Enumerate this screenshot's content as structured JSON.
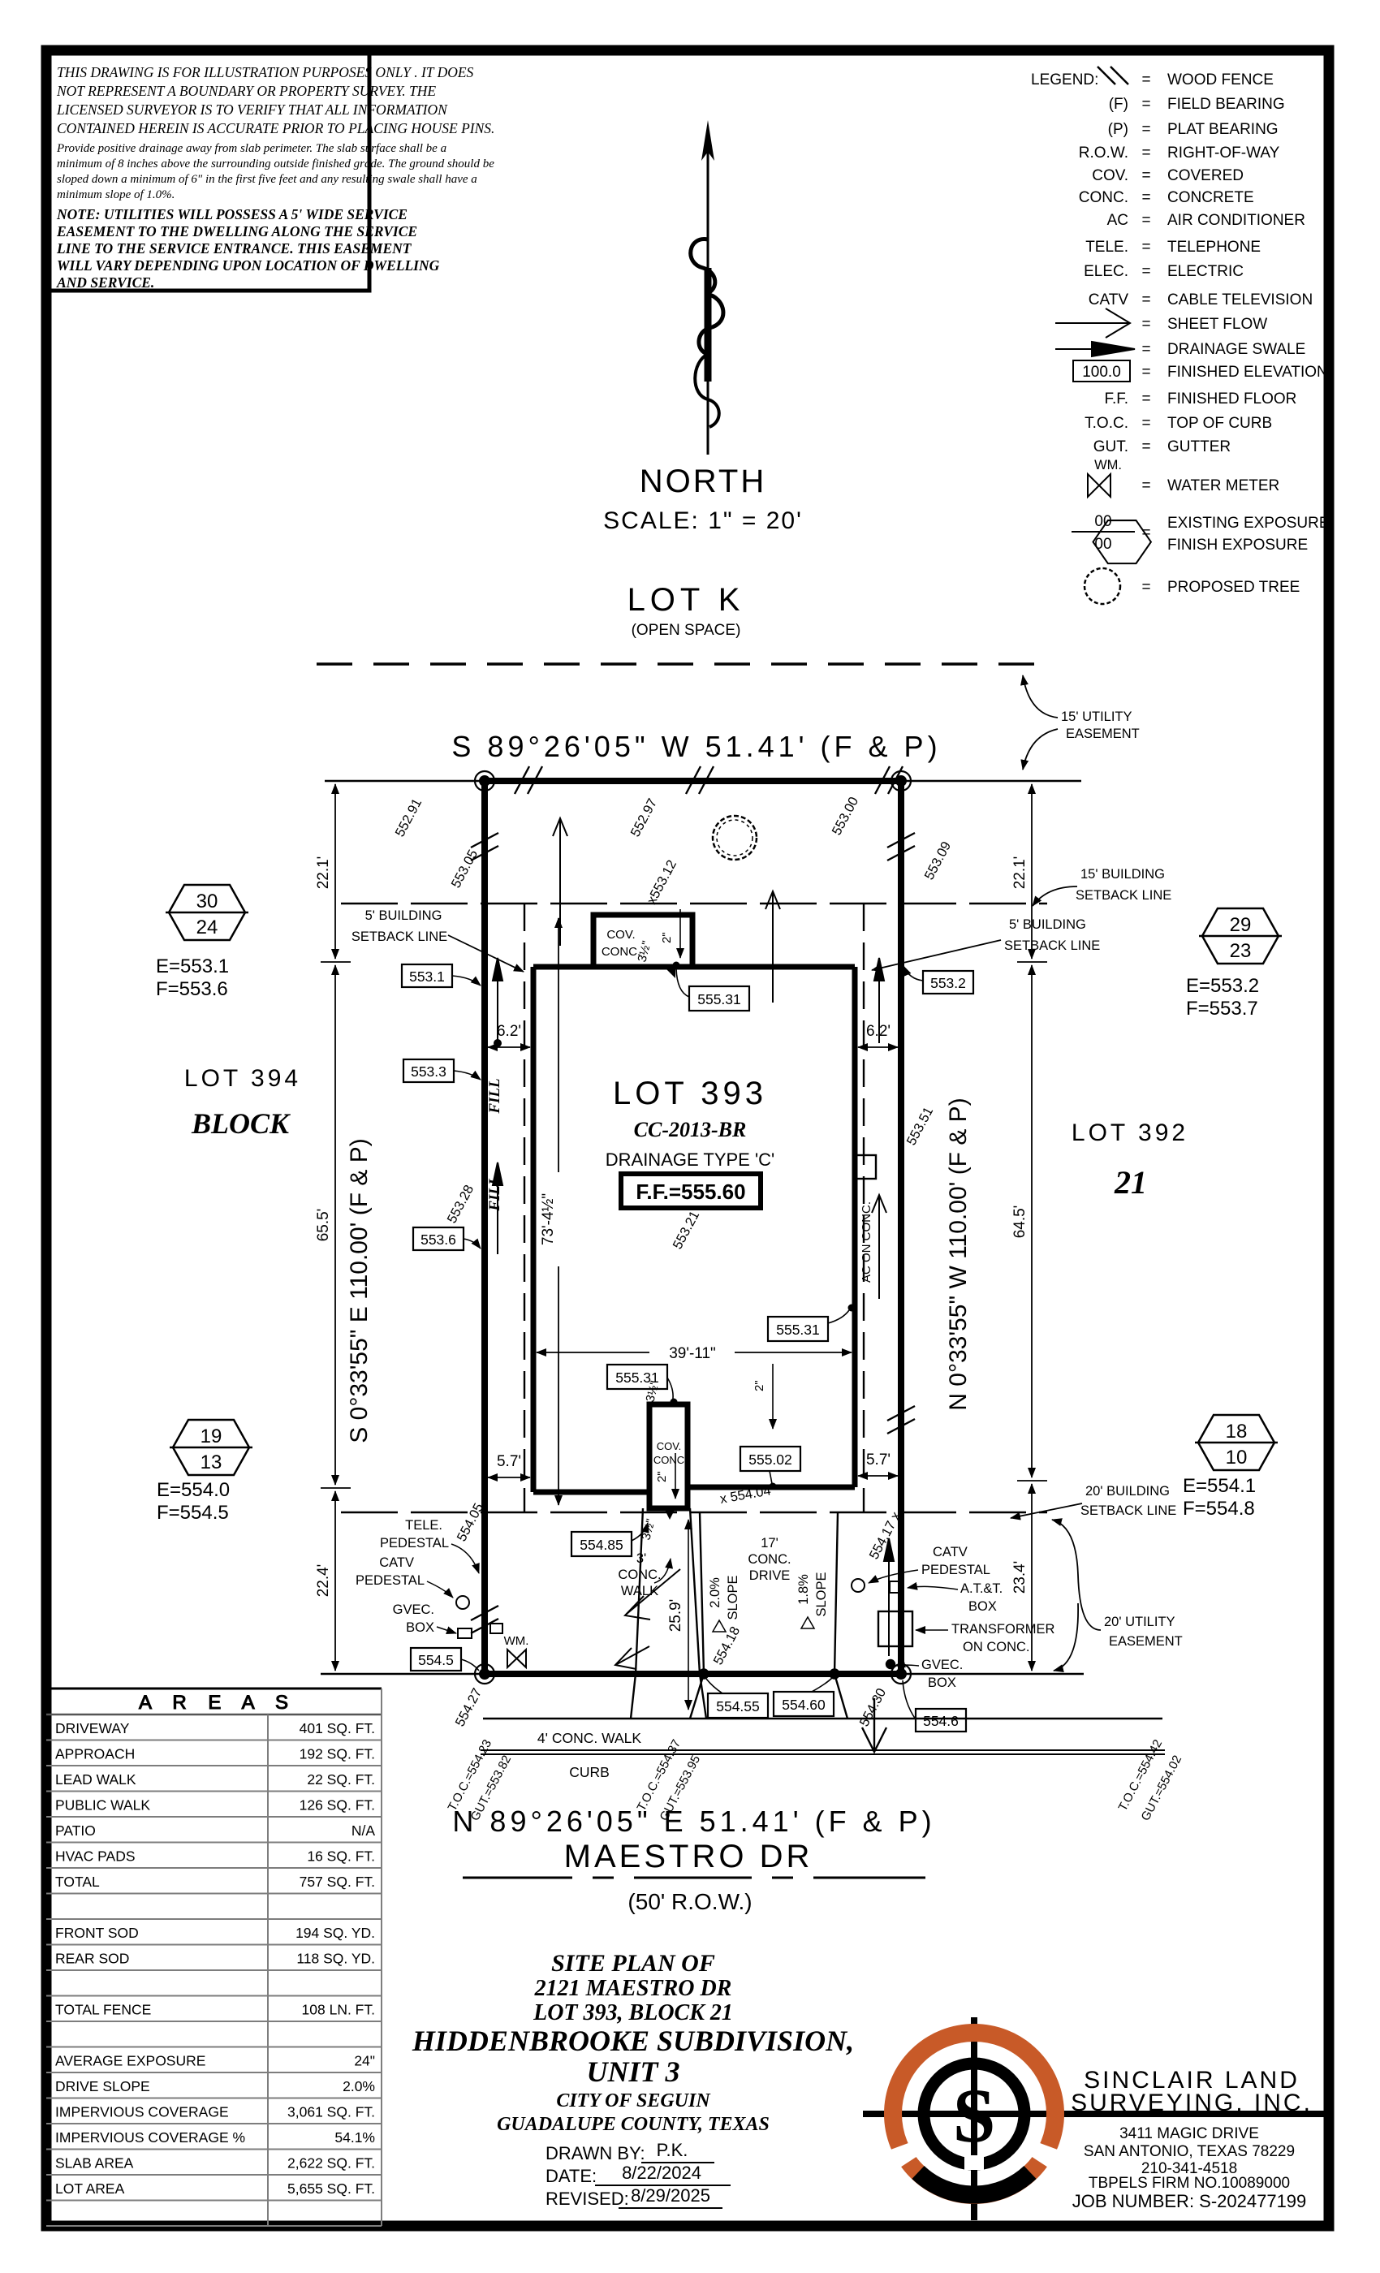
{
  "disclaimer": {
    "p1": [
      "THIS DRAWING IS FOR ILLUSTRATION PURPOSES ONLY . IT DOES",
      "NOT REPRESENT A BOUNDARY OR PROPERTY SURVEY. THE",
      "LICENSED SURVEYOR IS TO VERIFY THAT ALL INFORMATION",
      "CONTAINED HEREIN IS ACCURATE PRIOR TO PLACING HOUSE PINS."
    ],
    "p2": [
      "Provide positive drainage away from slab perimeter. The slab surface shall be a",
      "minimum of 8 inches above the surrounding outside finished grade. The ground should be",
      "sloped down a minimum of 6\" in the first five feet and any resulting swale shall have a",
      "minimum slope of 1.0%."
    ],
    "note": [
      "NOTE: UTILITIES WILL POSSESS A 5' WIDE SERVICE",
      "EASEMENT TO THE DWELLING ALONG THE SERVICE",
      "LINE TO THE SERVICE ENTRANCE. THIS EASEMENT",
      "WILL VARY DEPENDING UPON LOCATION OF DWELLING",
      "AND SERVICE."
    ]
  },
  "north": {
    "label": "NORTH",
    "scale": "SCALE: 1\" = 20'"
  },
  "legend": {
    "title": "LEGEND:",
    "items": [
      {
        "sym": "\\\\",
        "desc": "WOOD FENCE"
      },
      {
        "sym": "(F)",
        "desc": "FIELD BEARING"
      },
      {
        "sym": "(P)",
        "desc": "PLAT BEARING"
      },
      {
        "sym": "R.O.W.",
        "desc": "RIGHT-OF-WAY"
      },
      {
        "sym": "COV.",
        "desc": "COVERED"
      },
      {
        "sym": "CONC.",
        "desc": "CONCRETE"
      },
      {
        "sym": "AC",
        "desc": "AIR CONDITIONER"
      },
      {
        "sym": "TELE.",
        "desc": "TELEPHONE"
      },
      {
        "sym": "ELEC.",
        "desc": "ELECTRIC"
      },
      {
        "sym": "CATV",
        "desc": "CABLE TELEVISION"
      },
      {
        "sym": "",
        "desc": "SHEET FLOW"
      },
      {
        "sym": "",
        "desc": "DRAINAGE SWALE"
      },
      {
        "sym": "100.0",
        "desc": "FINISHED ELEVATION"
      },
      {
        "sym": "F.F.",
        "desc": "FINISHED FLOOR"
      },
      {
        "sym": "T.O.C.",
        "desc": "TOP OF CURB"
      },
      {
        "sym": "GUT.",
        "desc": "GUTTER"
      },
      {
        "sym": "WM.",
        "desc": "WATER METER"
      },
      {
        "sym": "00",
        "desc": "EXISTING EXPOSURE",
        "desc2": "FINISH EXPOSURE",
        "sym2": "00"
      },
      {
        "sym": "",
        "desc": "PROPOSED TREE"
      }
    ]
  },
  "plan": {
    "lot_k": "LOT K",
    "open_space": "(OPEN SPACE)",
    "bearing_top": "S 89°26'05\" W 51.41' (F & P)",
    "bearing_bottom": "N 89°26'05\" E 51.41' (F & P)",
    "bearing_left": "S 0°33'55\" E 110.00' (F & P)",
    "bearing_right": "N 0°33'55\" W 110.00' (F & P)",
    "maestro": "MAESTRO DR",
    "row50": "(50' R.O.W.)",
    "lot393": "LOT 393",
    "cc": "CC-2013-BR",
    "drainage": "DRAINAGE TYPE 'C'",
    "ff": "F.F.=555.60",
    "lot394": "LOT 394",
    "block": "BLOCK",
    "lot392": "LOT 392",
    "block_num": "21",
    "easement15a": "15' UTILITY",
    "easement15b": "EASEMENT",
    "easement20a": "20' UTILITY",
    "easement20b": "EASEMENT",
    "setback15a": "15' BUILDING",
    "setback15b": "SETBACK LINE",
    "setback5a": "5' BUILDING",
    "setback5b": "SETBACK LINE",
    "setback20a": "20' BUILDING",
    "setback20b": "SETBACK LINE",
    "d221": "22.1'",
    "d655": "65.5'",
    "d645": "64.5'",
    "d224": "22.4'",
    "d234": "23.4'",
    "d62": "6.2'",
    "d57": "5.7'",
    "d7345": "73'-4½\"",
    "d3911": "39'-11\"",
    "d259": "25.9'",
    "d2in": "2\"",
    "d35in": "3½\"",
    "drive17a": "17'",
    "drive17b": "CONC.",
    "drive17c": "DRIVE",
    "walk3a": "3'",
    "walk3b": "CONC.",
    "walk3c": "WALK",
    "walk4": "4' CONC. WALK",
    "curb": "CURB",
    "slope20": "2.0%",
    "slope18": "1.8%",
    "slope_word": "SLOPE",
    "fill": "FILL",
    "ac_on_conc": "AC ON CONC.",
    "cov": "COV.",
    "conc": "CONC.",
    "conc3": "CONC",
    "e553_1": "553.1",
    "e553_3": "553.3",
    "e553_6": "553.6",
    "e553_2": "553.2",
    "e555_31": "555.31",
    "e555_02": "555.02",
    "e554_85": "554.85",
    "e554_5": "554.5",
    "e554_55": "554.55",
    "e554_60": "554.60",
    "e554_6": "554.6",
    "r552_91": "552.91",
    "r553_05": "553.05",
    "r552_97": "552.97",
    "r553_12": "x553.12",
    "r553_00": "553.00",
    "r553_09": "553.09",
    "r553_28": "553.28",
    "r553_21": "553.21",
    "r553_51": "553.51",
    "r554_04": "x 554.04",
    "r554_05": "554.05",
    "r554_17": "554.17 x",
    "r554_18": "554.18",
    "r554_27": "554.27",
    "r554_30": "554.30",
    "t1a": "T.O.C.=554.23",
    "t1b": "GUT.=553.82",
    "t2a": "T.O.C.=554.37",
    "t2b": "GUT.=553.95",
    "t3a": "T.O.C.=554.42",
    "t3b": "GUT.=554.02",
    "tele": "TELE.",
    "ped": "PEDESTAL",
    "catv": "CATV",
    "gvec": "GVEC.",
    "box": "BOX",
    "att": "A.T.&T.",
    "transformer": "TRANSFORMER",
    "on_conc": "ON CONC.",
    "wm": "WM."
  },
  "hex": {
    "h1": {
      "a": "30",
      "b": "24",
      "e": "E=553.1",
      "f": "F=553.6"
    },
    "h2": {
      "a": "19",
      "b": "13",
      "e": "E=554.0",
      "f": "F=554.5"
    },
    "h3": {
      "a": "29",
      "b": "23",
      "e": "E=553.2",
      "f": "F=553.7"
    },
    "h4": {
      "a": "18",
      "b": "10",
      "e": "E=554.1",
      "f": "F=554.8"
    }
  },
  "areas": {
    "title": "A R E A S",
    "rows": [
      {
        "label": "DRIVEWAY",
        "value": "401 SQ. FT."
      },
      {
        "label": "APPROACH",
        "value": "192 SQ. FT."
      },
      {
        "label": "LEAD WALK",
        "value": "22 SQ. FT."
      },
      {
        "label": "PUBLIC WALK",
        "value": "126 SQ. FT."
      },
      {
        "label": "PATIO",
        "value": "N/A"
      },
      {
        "label": "HVAC PADS",
        "value": "16 SQ. FT."
      },
      {
        "label": "TOTAL",
        "value": "757 SQ. FT."
      },
      {
        "label": "",
        "value": ""
      },
      {
        "label": "FRONT SOD",
        "value": "194 SQ. YD."
      },
      {
        "label": "REAR SOD",
        "value": "118 SQ. YD."
      },
      {
        "label": "",
        "value": ""
      },
      {
        "label": "TOTAL FENCE",
        "value": "108 LN. FT."
      },
      {
        "label": "",
        "value": ""
      },
      {
        "label": "AVERAGE EXPOSURE",
        "value": "24\""
      },
      {
        "label": "DRIVE SLOPE",
        "value": "2.0%"
      },
      {
        "label": "IMPERVIOUS COVERAGE",
        "value": "3,061 SQ. FT."
      },
      {
        "label": "IMPERVIOUS COVERAGE %",
        "value": "54.1%"
      },
      {
        "label": "SLAB AREA",
        "value": "2,622 SQ. FT."
      },
      {
        "label": "LOT AREA",
        "value": "5,655 SQ. FT."
      },
      {
        "label": "",
        "value": ""
      }
    ]
  },
  "title_block": {
    "l1": "SITE PLAN OF",
    "l2": "2121 MAESTRO DR",
    "l3": "LOT 393, BLOCK 21",
    "l4": "HIDDENBROOKE SUBDIVISION,",
    "l5": "UNIT 3",
    "l6": "CITY OF SEGUIN",
    "l7": "GUADALUPE COUNTY, TEXAS",
    "drawn_label": "DRAWN BY:",
    "drawn": "P.K.",
    "date_label": "DATE:",
    "date": "8/22/2024",
    "rev_label": "REVISED:",
    "rev": "8/29/2025"
  },
  "firm": {
    "name1": "SINCLAIR LAND",
    "name2": "SURVEYING, INC.",
    "addr1": "3411 MAGIC DRIVE",
    "addr2": "SAN ANTONIO, TEXAS 78229",
    "phone": "210-341-4518",
    "firm_no": "TBPELS FIRM NO.10089000",
    "job": "JOB NUMBER: S-202477199",
    "s": "S"
  },
  "colors": {
    "orange": "#C85A28",
    "gridline": "#7d7d7d"
  }
}
